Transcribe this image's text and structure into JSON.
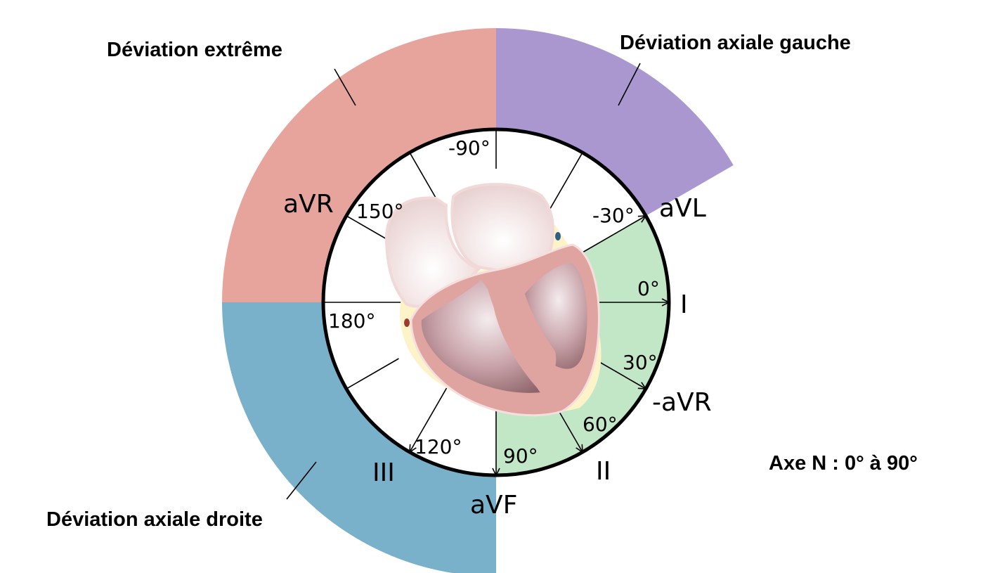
{
  "colors": {
    "extreme": "#e6a49c",
    "left_axis": "#ab97d0",
    "right_axis": "#79b1ca",
    "normal": "#c2e7c7",
    "ring_stroke": "#000000"
  },
  "regions": {
    "extreme_label": "Déviation extrême",
    "left_label": "Déviation axiale gauche",
    "right_label": "Déviation axiale droite"
  },
  "normal_axis_text": "Axe N : 0° à 90°",
  "angles": [
    {
      "key": "m90",
      "text": "-90°"
    },
    {
      "key": "m30",
      "text": "-30°"
    },
    {
      "key": "p0",
      "text": "0°"
    },
    {
      "key": "p30",
      "text": "30°"
    },
    {
      "key": "p60",
      "text": "60°"
    },
    {
      "key": "p90",
      "text": "90°"
    },
    {
      "key": "p120",
      "text": "120°"
    },
    {
      "key": "p150",
      "text": "150°"
    },
    {
      "key": "p180",
      "text": "180°"
    }
  ],
  "leads": {
    "avl": "aVL",
    "i": "I",
    "minus_avr": "-aVR",
    "ii": "II",
    "avf": "aVF",
    "iii": "III",
    "avr": "aVR"
  },
  "icons": {
    "heart": "heart-cross-section-icon"
  }
}
